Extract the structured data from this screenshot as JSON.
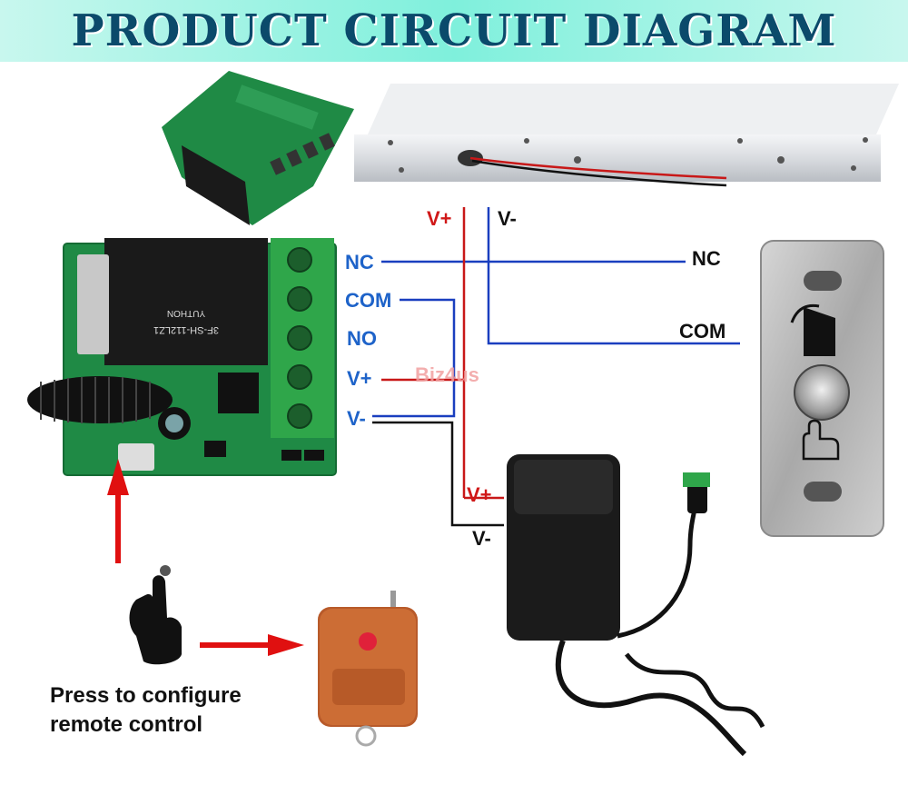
{
  "title": "PRODUCT CIRCUIT DIAGRAM",
  "relay_terminals": [
    "NC",
    "COM",
    "NO",
    "V+",
    "V-"
  ],
  "lock_wires": {
    "positive": "V+",
    "negative": "V-"
  },
  "exit_button_terminals": [
    "NC",
    "COM"
  ],
  "power_supply_terminals": {
    "positive": "V+",
    "negative": "V-"
  },
  "watermark": "Biz4us",
  "caption": {
    "line1": "Press to configure",
    "line2": "remote control"
  },
  "board_text": {
    "relay_brand": "3F-SH-112LZ1",
    "relay_maker": "YUTHON"
  },
  "colors": {
    "wire_blue": "#1a3fbf",
    "wire_red": "#c81818",
    "wire_black": "#111111",
    "label_blue": "#1e63c9",
    "arrow_red": "#e01010"
  }
}
